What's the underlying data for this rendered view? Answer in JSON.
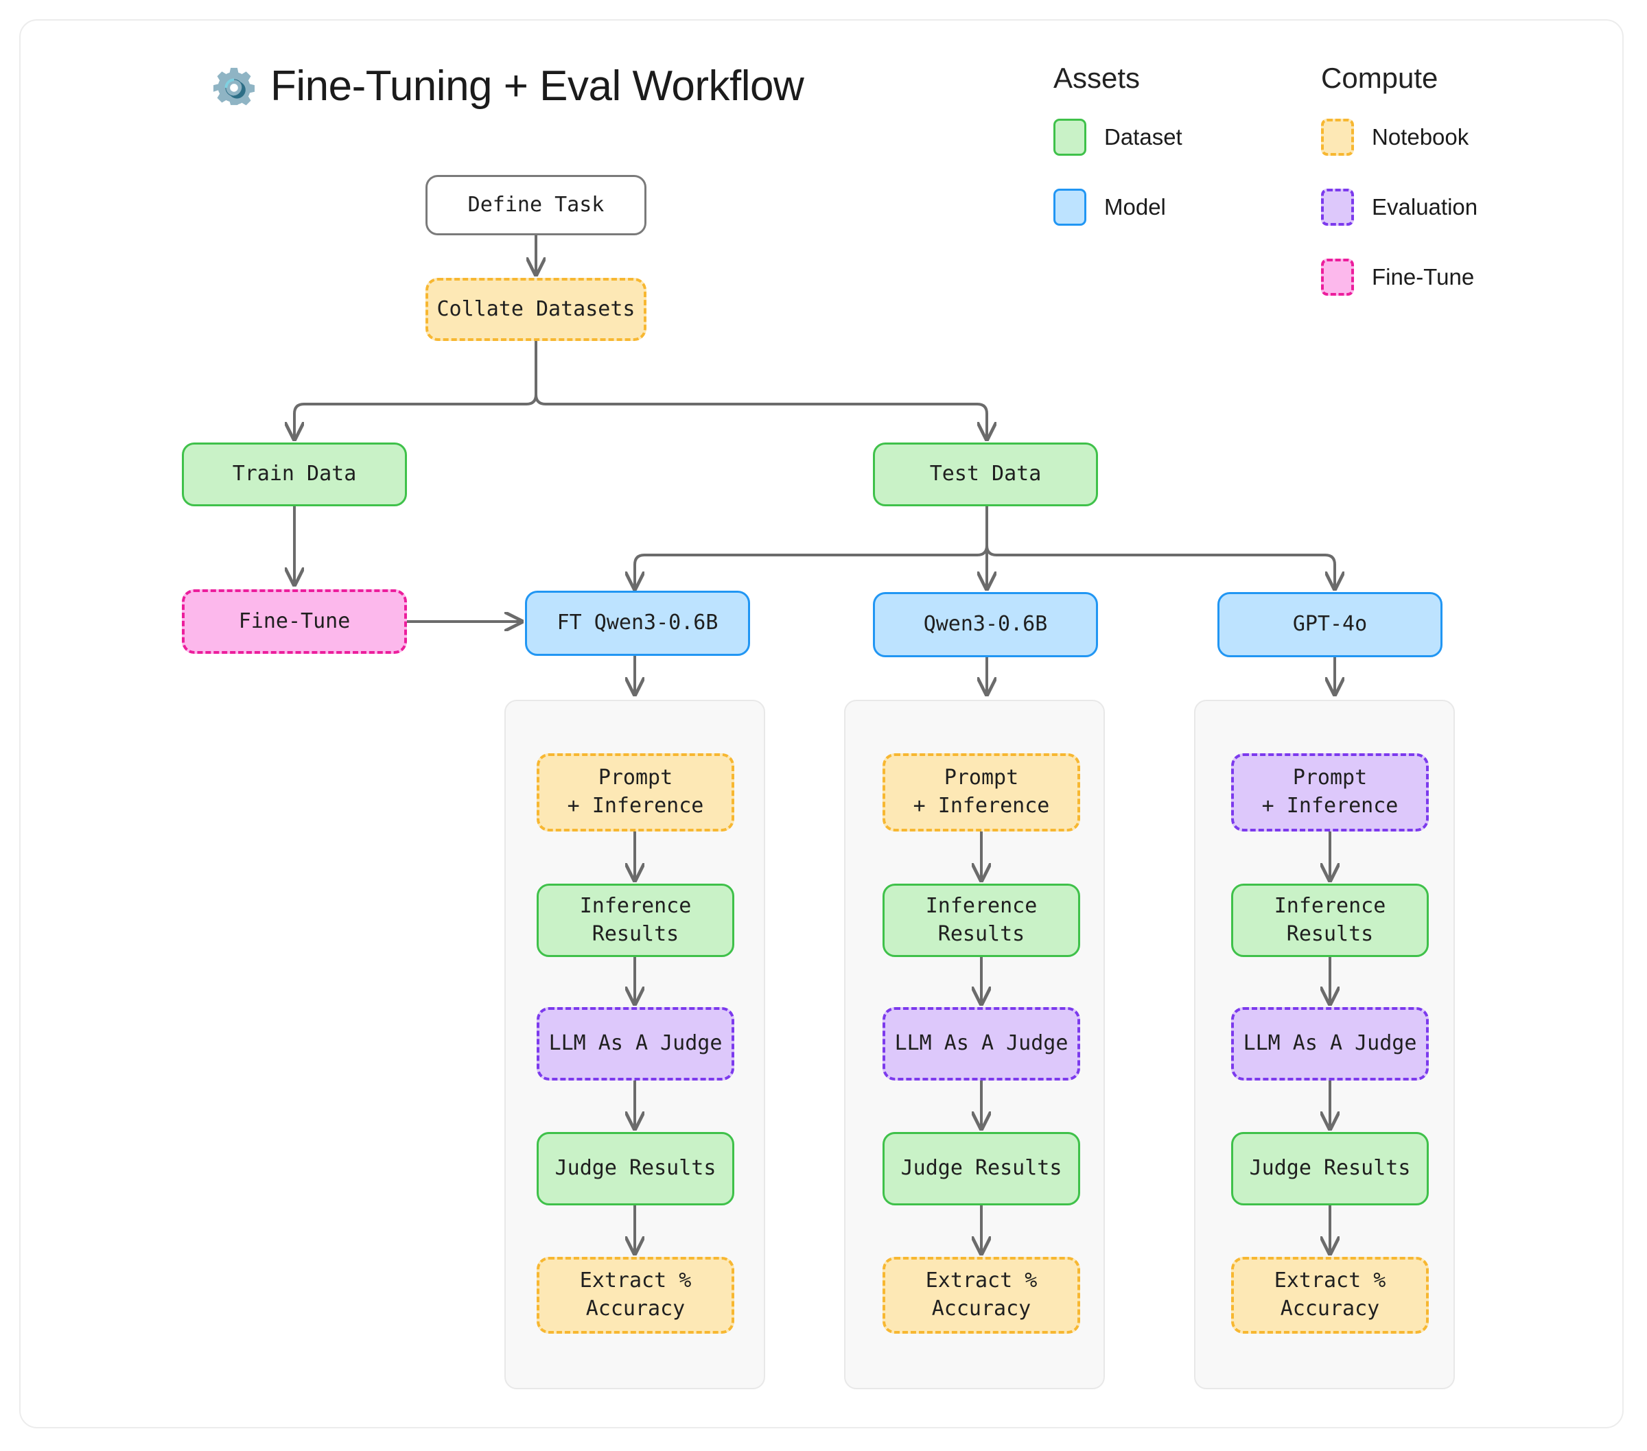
{
  "header": {
    "icon": "gear-icon",
    "title": "Fine-Tuning + Eval Workflow"
  },
  "legends": [
    {
      "id": "assets",
      "title": "Assets",
      "items": [
        {
          "label": "Dataset",
          "style": "dataset",
          "fill": "#c9f2c7",
          "stroke": "#3fc14a",
          "dashed": false
        },
        {
          "label": "Model",
          "style": "model",
          "fill": "#bde3ff",
          "stroke": "#2196f3",
          "dashed": false
        }
      ]
    },
    {
      "id": "compute",
      "title": "Compute",
      "items": [
        {
          "label": "Notebook",
          "style": "notebook",
          "fill": "#fde8b5",
          "stroke": "#f7b731",
          "dashed": true
        },
        {
          "label": "Evaluation",
          "style": "eval",
          "fill": "#ddc8fb",
          "stroke": "#7c3aed",
          "dashed": true
        },
        {
          "label": "Fine-Tune",
          "style": "finetune",
          "fill": "#fcb8ec",
          "stroke": "#ec1e9c",
          "dashed": true
        }
      ]
    }
  ],
  "nodes": {
    "define_task": {
      "label": "Define Task",
      "style": "plain"
    },
    "collate_datasets": {
      "label": "Collate Datasets",
      "style": "notebook"
    },
    "train_data": {
      "label": "Train Data",
      "style": "dataset"
    },
    "test_data": {
      "label": "Test Data",
      "style": "dataset"
    },
    "fine_tune": {
      "label": "Fine-Tune",
      "style": "finetune"
    },
    "ft_qwen": {
      "label": "FT Qwen3-0.6B",
      "style": "model"
    },
    "qwen": {
      "label": "Qwen3-0.6B",
      "style": "model"
    },
    "gpt4o": {
      "label": "GPT-4o",
      "style": "model"
    }
  },
  "columns": [
    {
      "id": "col-ft-qwen",
      "model": "FT Qwen3-0.6B",
      "steps": [
        {
          "label": "Prompt\n+ Inference",
          "style": "notebook"
        },
        {
          "label": "Inference\nResults",
          "style": "dataset"
        },
        {
          "label": "LLM As A Judge",
          "style": "eval"
        },
        {
          "label": "Judge Results",
          "style": "dataset"
        },
        {
          "label": "Extract %\nAccuracy",
          "style": "notebook"
        }
      ]
    },
    {
      "id": "col-qwen",
      "model": "Qwen3-0.6B",
      "steps": [
        {
          "label": "Prompt\n+ Inference",
          "style": "notebook"
        },
        {
          "label": "Inference\nResults",
          "style": "dataset"
        },
        {
          "label": "LLM As A Judge",
          "style": "eval"
        },
        {
          "label": "Judge Results",
          "style": "dataset"
        },
        {
          "label": "Extract %\nAccuracy",
          "style": "notebook"
        }
      ]
    },
    {
      "id": "col-gpt4o",
      "model": "GPT-4o",
      "steps": [
        {
          "label": "Prompt\n+ Inference",
          "style": "eval"
        },
        {
          "label": "Inference\nResults",
          "style": "dataset"
        },
        {
          "label": "LLM As A Judge",
          "style": "eval"
        },
        {
          "label": "Judge Results",
          "style": "dataset"
        },
        {
          "label": "Extract %\nAccuracy",
          "style": "notebook"
        }
      ]
    }
  ],
  "colors": {
    "edge": "#6b6b6b",
    "frame_border": "#ececec",
    "column_bg": "#f8f8f8",
    "column_border": "#e8e8e8",
    "text": "#1f1f1f"
  }
}
